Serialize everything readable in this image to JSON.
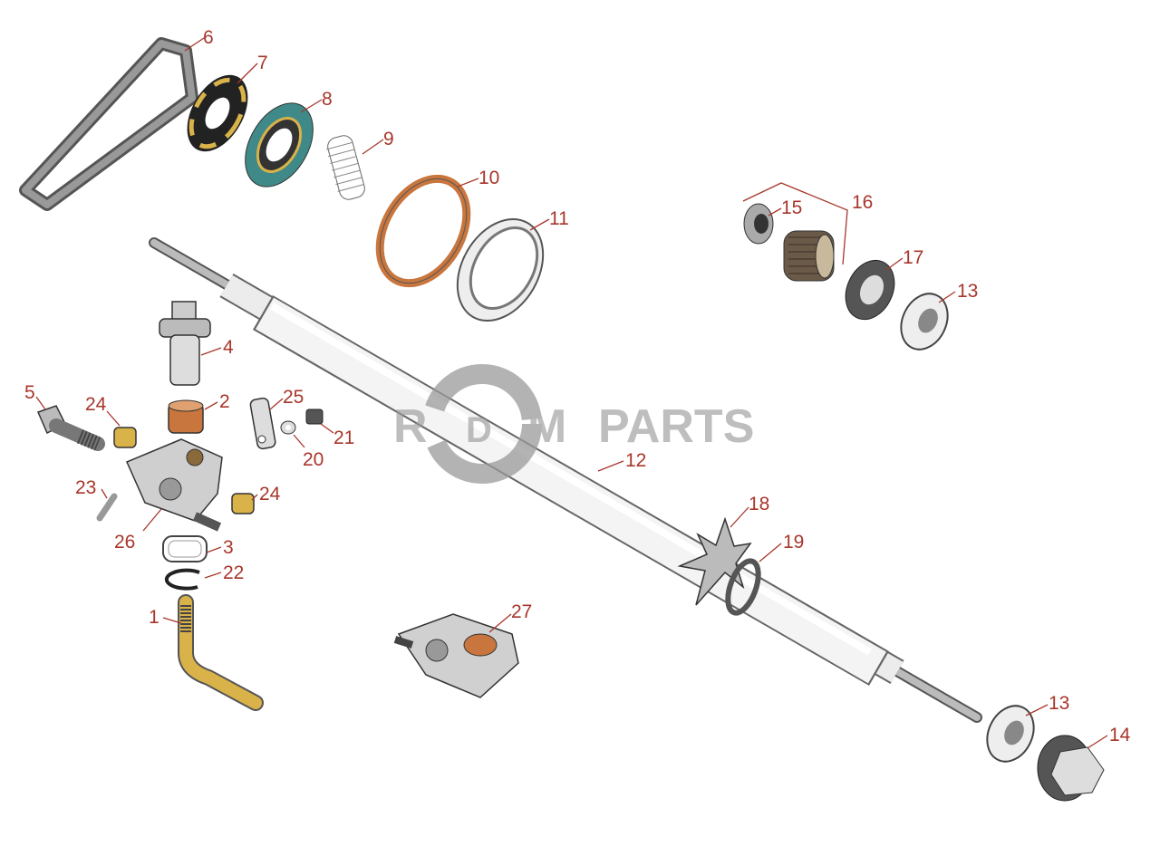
{
  "watermark": {
    "left": "R",
    "right_m": "M",
    "parts": "PARTS",
    "logo_letter": "D"
  },
  "colors": {
    "label": "#a8362b",
    "bronze": "#c8763e",
    "brass": "#d9b24a",
    "teal": "#3f8a88",
    "steel": "#d9d9d9"
  },
  "callouts": [
    {
      "id": "6",
      "part": "drive-belt"
    },
    {
      "id": "7",
      "part": "gasket-ring"
    },
    {
      "id": "8",
      "part": "oil-seal"
    },
    {
      "id": "9",
      "part": "spring"
    },
    {
      "id": "10",
      "part": "o-ring"
    },
    {
      "id": "11",
      "part": "bearing-cup"
    },
    {
      "id": "15",
      "part": "small-bearing"
    },
    {
      "id": "16",
      "part": "pulley-set"
    },
    {
      "id": "17",
      "part": "bearing-seal"
    },
    {
      "id": "13",
      "part": "ball-bearing"
    },
    {
      "id": "4",
      "part": "gear-bolt"
    },
    {
      "id": "2",
      "part": "bronze-bushing"
    },
    {
      "id": "25",
      "part": "lock-plate"
    },
    {
      "id": "24",
      "part": "bushing"
    },
    {
      "id": "5",
      "part": "bolt"
    },
    {
      "id": "21",
      "part": "screw"
    },
    {
      "id": "20",
      "part": "washer"
    },
    {
      "id": "12",
      "part": "main-shaft"
    },
    {
      "id": "23",
      "part": "pin"
    },
    {
      "id": "24",
      "part": "bushing-2"
    },
    {
      "id": "26",
      "part": "housing"
    },
    {
      "id": "3",
      "part": "gasket"
    },
    {
      "id": "22",
      "part": "circlip"
    },
    {
      "id": "18",
      "part": "star-wheel"
    },
    {
      "id": "19",
      "part": "shaft-ring"
    },
    {
      "id": "27",
      "part": "housing-assembly"
    },
    {
      "id": "1",
      "part": "bent-stud"
    },
    {
      "id": "13",
      "part": "ball-bearing-2"
    },
    {
      "id": "14",
      "part": "end-nut"
    }
  ]
}
